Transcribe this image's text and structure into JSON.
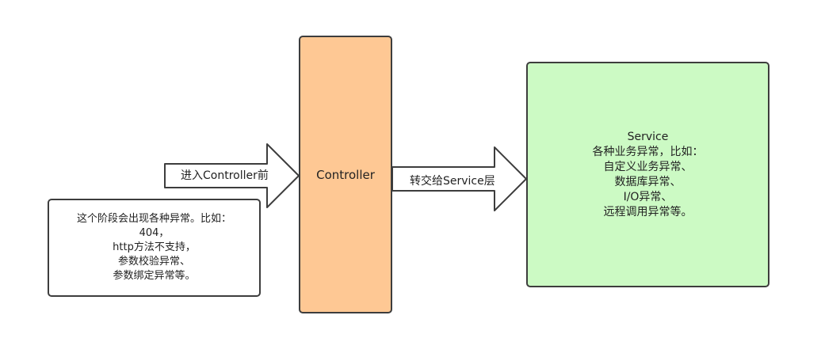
{
  "controller": {
    "title": "Controller"
  },
  "arrows": {
    "enter_label": "进入Controller前",
    "forward_label": "转交给Service层"
  },
  "note": {
    "lines": [
      "这个阶段会出现各种异常。比如：",
      "404，",
      "http方法不支持，",
      "参数校验异常、",
      "参数绑定异常等。"
    ]
  },
  "service": {
    "lines": [
      "Service",
      "各种业务异常，比如：",
      "自定义业务异常、",
      "数据库异常、",
      "I/O异常、",
      "远程调用异常等。"
    ]
  },
  "colors": {
    "controller_fill": "#fec894",
    "service_fill": "#ccfac4",
    "outline": "#3d3d3d"
  }
}
